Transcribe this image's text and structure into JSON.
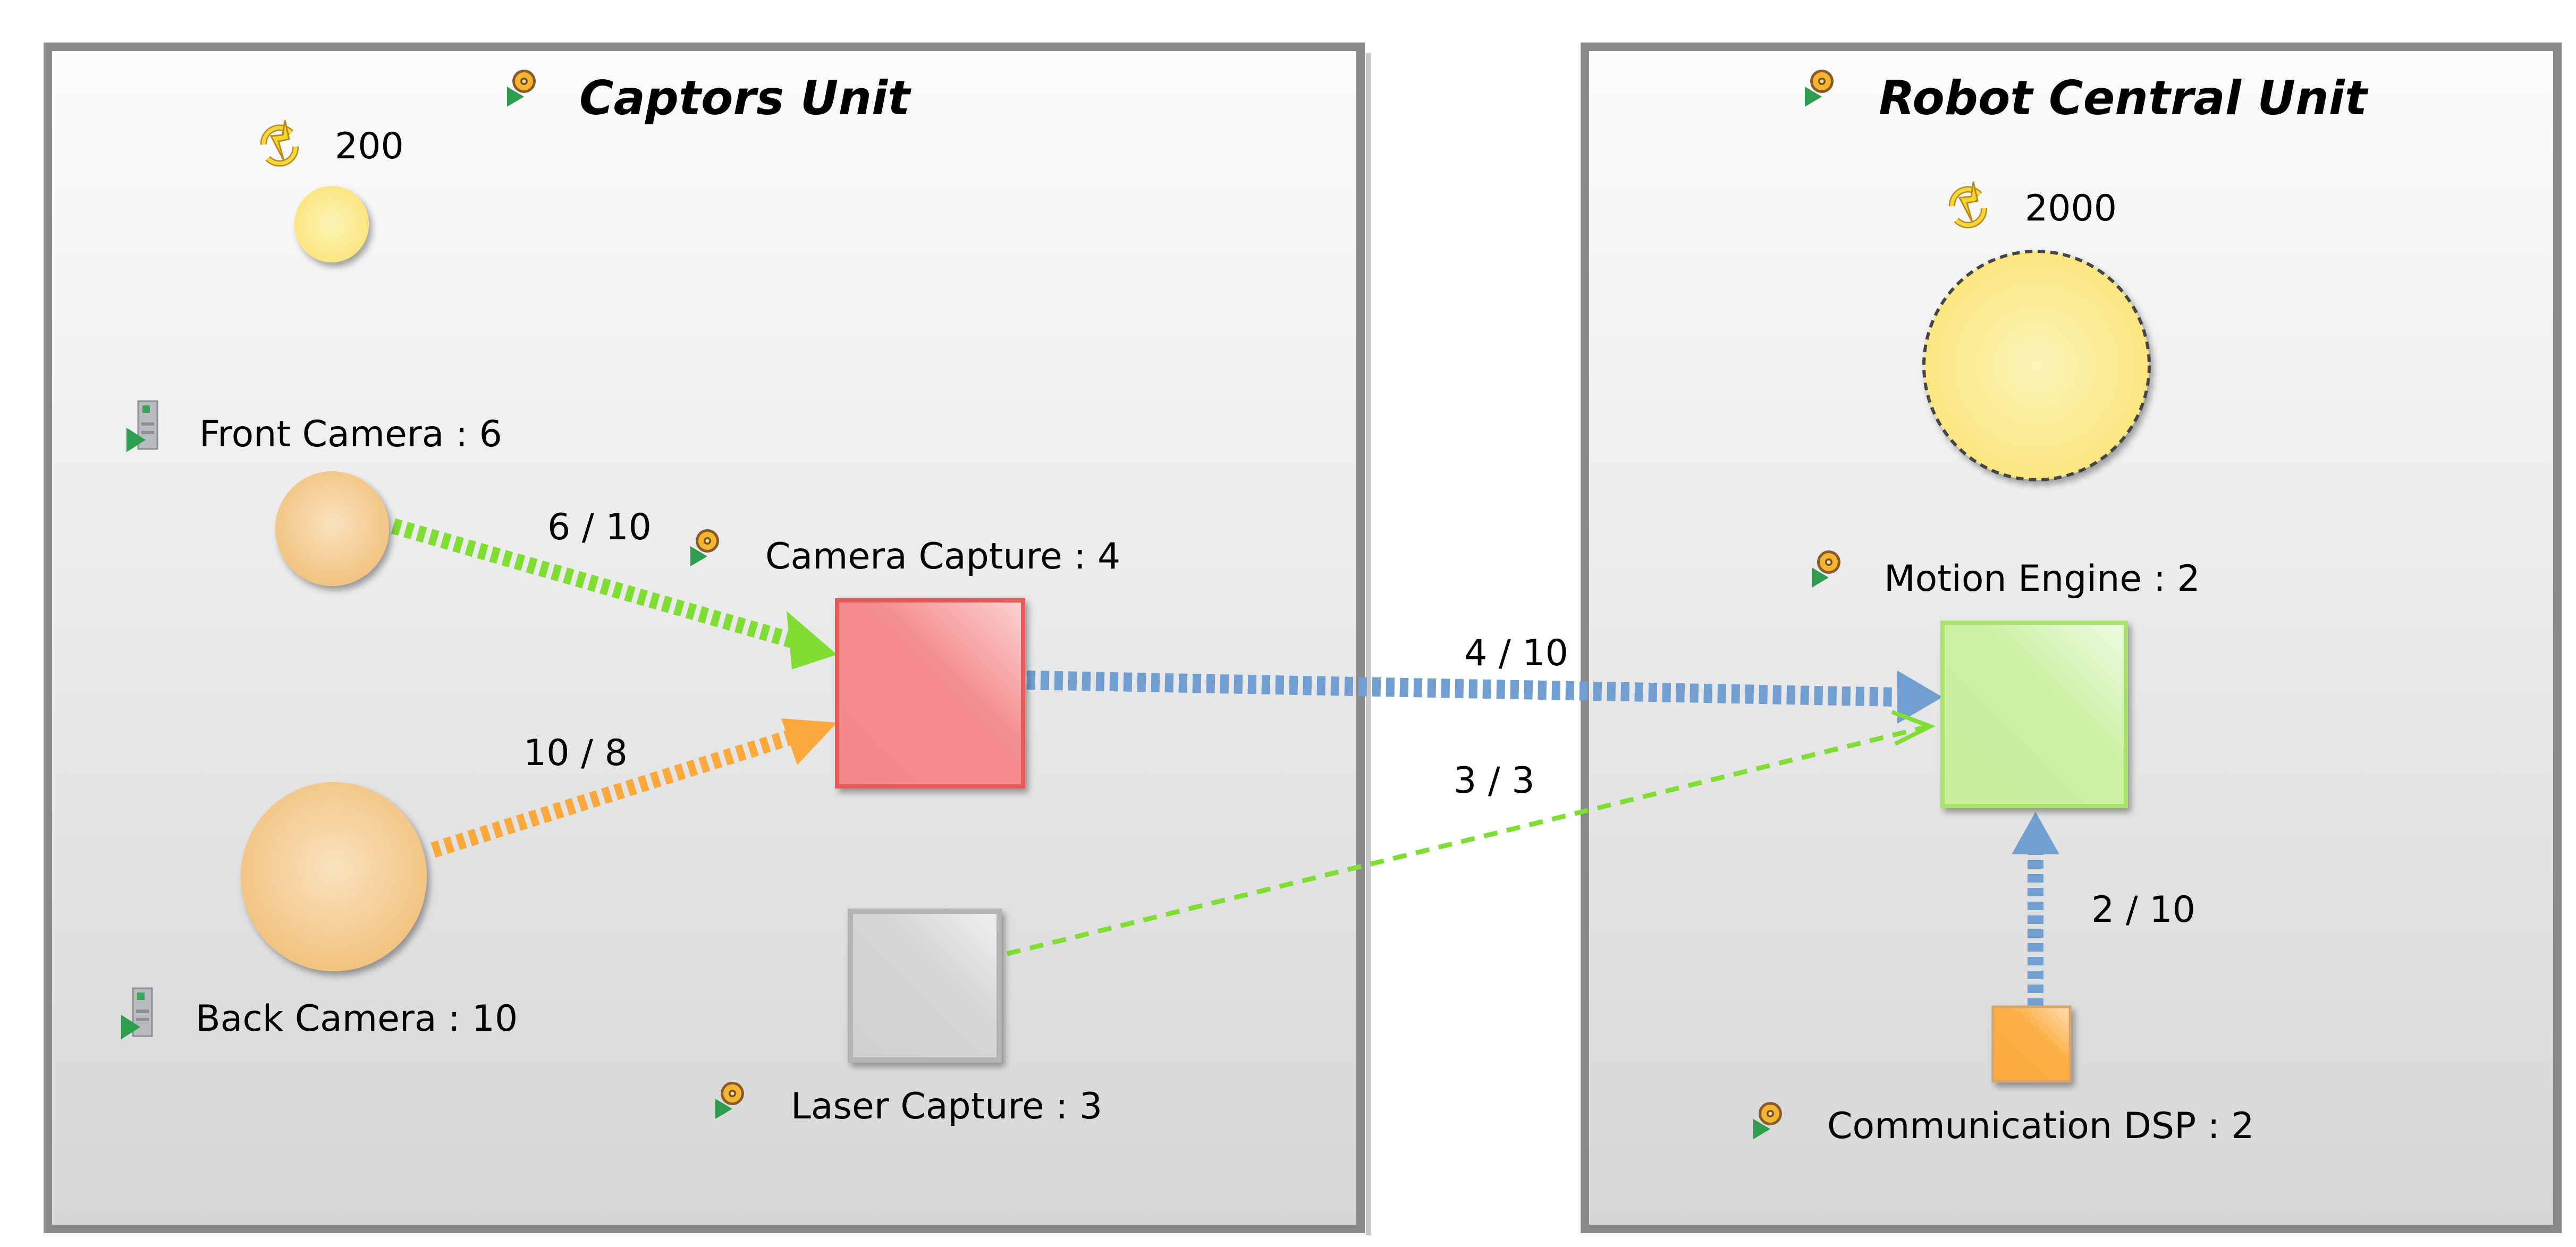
{
  "diagram": {
    "type": "deployment",
    "units": [
      {
        "id": "captors",
        "title": "Captors Unit",
        "title_icon": "deployable-component-gear-icon",
        "resource": {
          "icon": "refresh-lightning-icon",
          "value": "200"
        }
      },
      {
        "id": "central",
        "title": "Robot Central Unit",
        "title_icon": "deployable-component-gear-icon",
        "resource": {
          "icon": "refresh-lightning-icon",
          "value": "2000"
        }
      }
    ],
    "nodes": [
      {
        "id": "front_camera",
        "label": "Front Camera : 6",
        "shape": "circle",
        "icon": "device-tower-icon",
        "color": "#F5C98A"
      },
      {
        "id": "back_camera",
        "label": "Back Camera : 10",
        "shape": "circle",
        "icon": "device-tower-icon",
        "color": "#F5C98A"
      },
      {
        "id": "camera_capture",
        "label": "Camera Capture : 4",
        "shape": "square",
        "icon": "gear-icon",
        "color": "#F38888"
      },
      {
        "id": "laser_capture",
        "label": "Laser Capture : 3",
        "shape": "square",
        "icon": "gear-icon",
        "color": "#D4D4D4"
      },
      {
        "id": "motion_engine",
        "label": "Motion Engine : 2",
        "shape": "square",
        "icon": "gear-icon",
        "color": "#C8EE9C"
      },
      {
        "id": "communication_dsp",
        "label": "Communication DSP : 2",
        "shape": "square",
        "icon": "gear-icon",
        "color": "#FBA93C"
      }
    ],
    "edges": [
      {
        "from": "front_camera",
        "to": "camera_capture",
        "label": "6 / 10",
        "color": "#7FDD33",
        "style": "thick-dashed"
      },
      {
        "from": "back_camera",
        "to": "camera_capture",
        "label": "10 / 8",
        "color": "#FBA93C",
        "style": "thick-dashed"
      },
      {
        "from": "camera_capture",
        "to": "motion_engine",
        "label": "4 / 10",
        "color": "#729FD1",
        "style": "thick-dashed"
      },
      {
        "from": "laser_capture",
        "to": "motion_engine",
        "label": "3 / 3",
        "color": "#7FDD33",
        "style": "thin-dashed"
      },
      {
        "from": "communication_dsp",
        "to": "motion_engine",
        "label": "2 / 10",
        "color": "#729FD1",
        "style": "thick-dashed"
      }
    ]
  }
}
